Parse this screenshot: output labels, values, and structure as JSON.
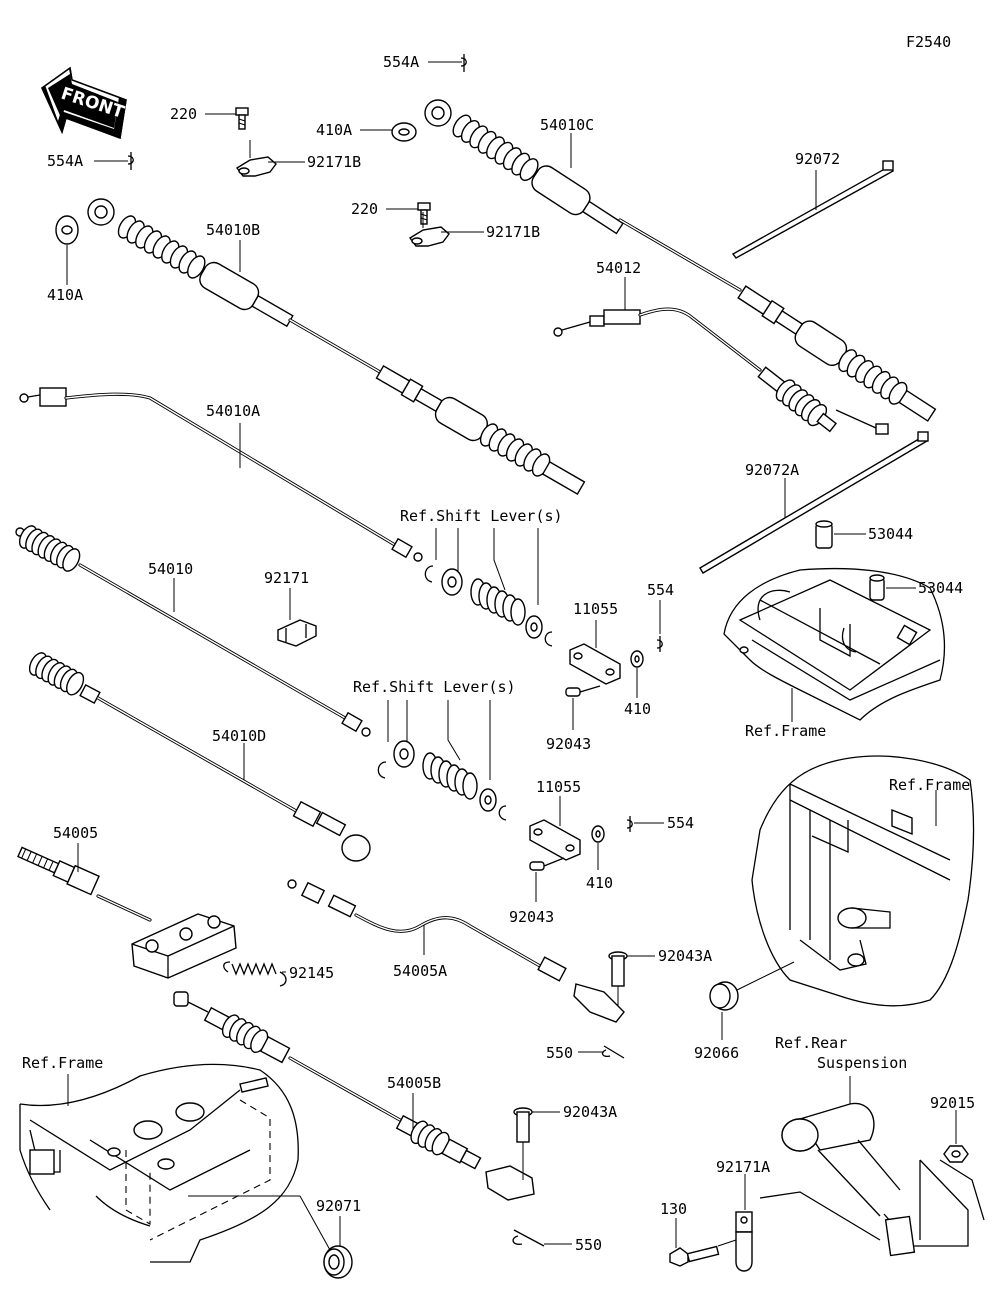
{
  "figure_id": "F2540",
  "front_label": "FRONT",
  "callouts": {
    "c554A_top": "554A",
    "c554A_left": "554A",
    "c220_a": "220",
    "c220_b": "220",
    "c410A_a": "410A",
    "c410A_b": "410A",
    "c54010C": "54010C",
    "c92171B_a": "92171B",
    "c92171B_b": "92171B",
    "c92072": "92072",
    "c54010B": "54010B",
    "c54012": "54012",
    "c54010A": "54010A",
    "c92072A": "92072A",
    "c53044_a": "53044",
    "c53044_b": "53044",
    "c554_a": "554",
    "c554_b": "554",
    "c11055_a": "11055",
    "c11055_b": "11055",
    "c54010": "54010",
    "c92171": "92171",
    "c410_a": "410",
    "c410_b": "410",
    "c92043_a": "92043",
    "c92043_b": "92043",
    "c54010D": "54010D",
    "c54005": "54005",
    "c92145": "92145",
    "c54005A": "54005A",
    "c92043A_a": "92043A",
    "c92043A_b": "92043A",
    "c550_a": "550",
    "c550_b": "550",
    "c92066": "92066",
    "c54005B": "54005B",
    "c92071": "92071",
    "c92015": "92015",
    "c92171A": "92171A",
    "c130": "130"
  },
  "references": {
    "shift_lever_1": "Ref.Shift Lever(s)",
    "shift_lever_2": "Ref.Shift Lever(s)",
    "frame_1": "Ref.Frame",
    "frame_2": "Ref.Frame",
    "frame_3": "Ref.Frame",
    "rear_suspension_line1": "Ref.Rear",
    "rear_suspension_line2": "Suspension"
  }
}
